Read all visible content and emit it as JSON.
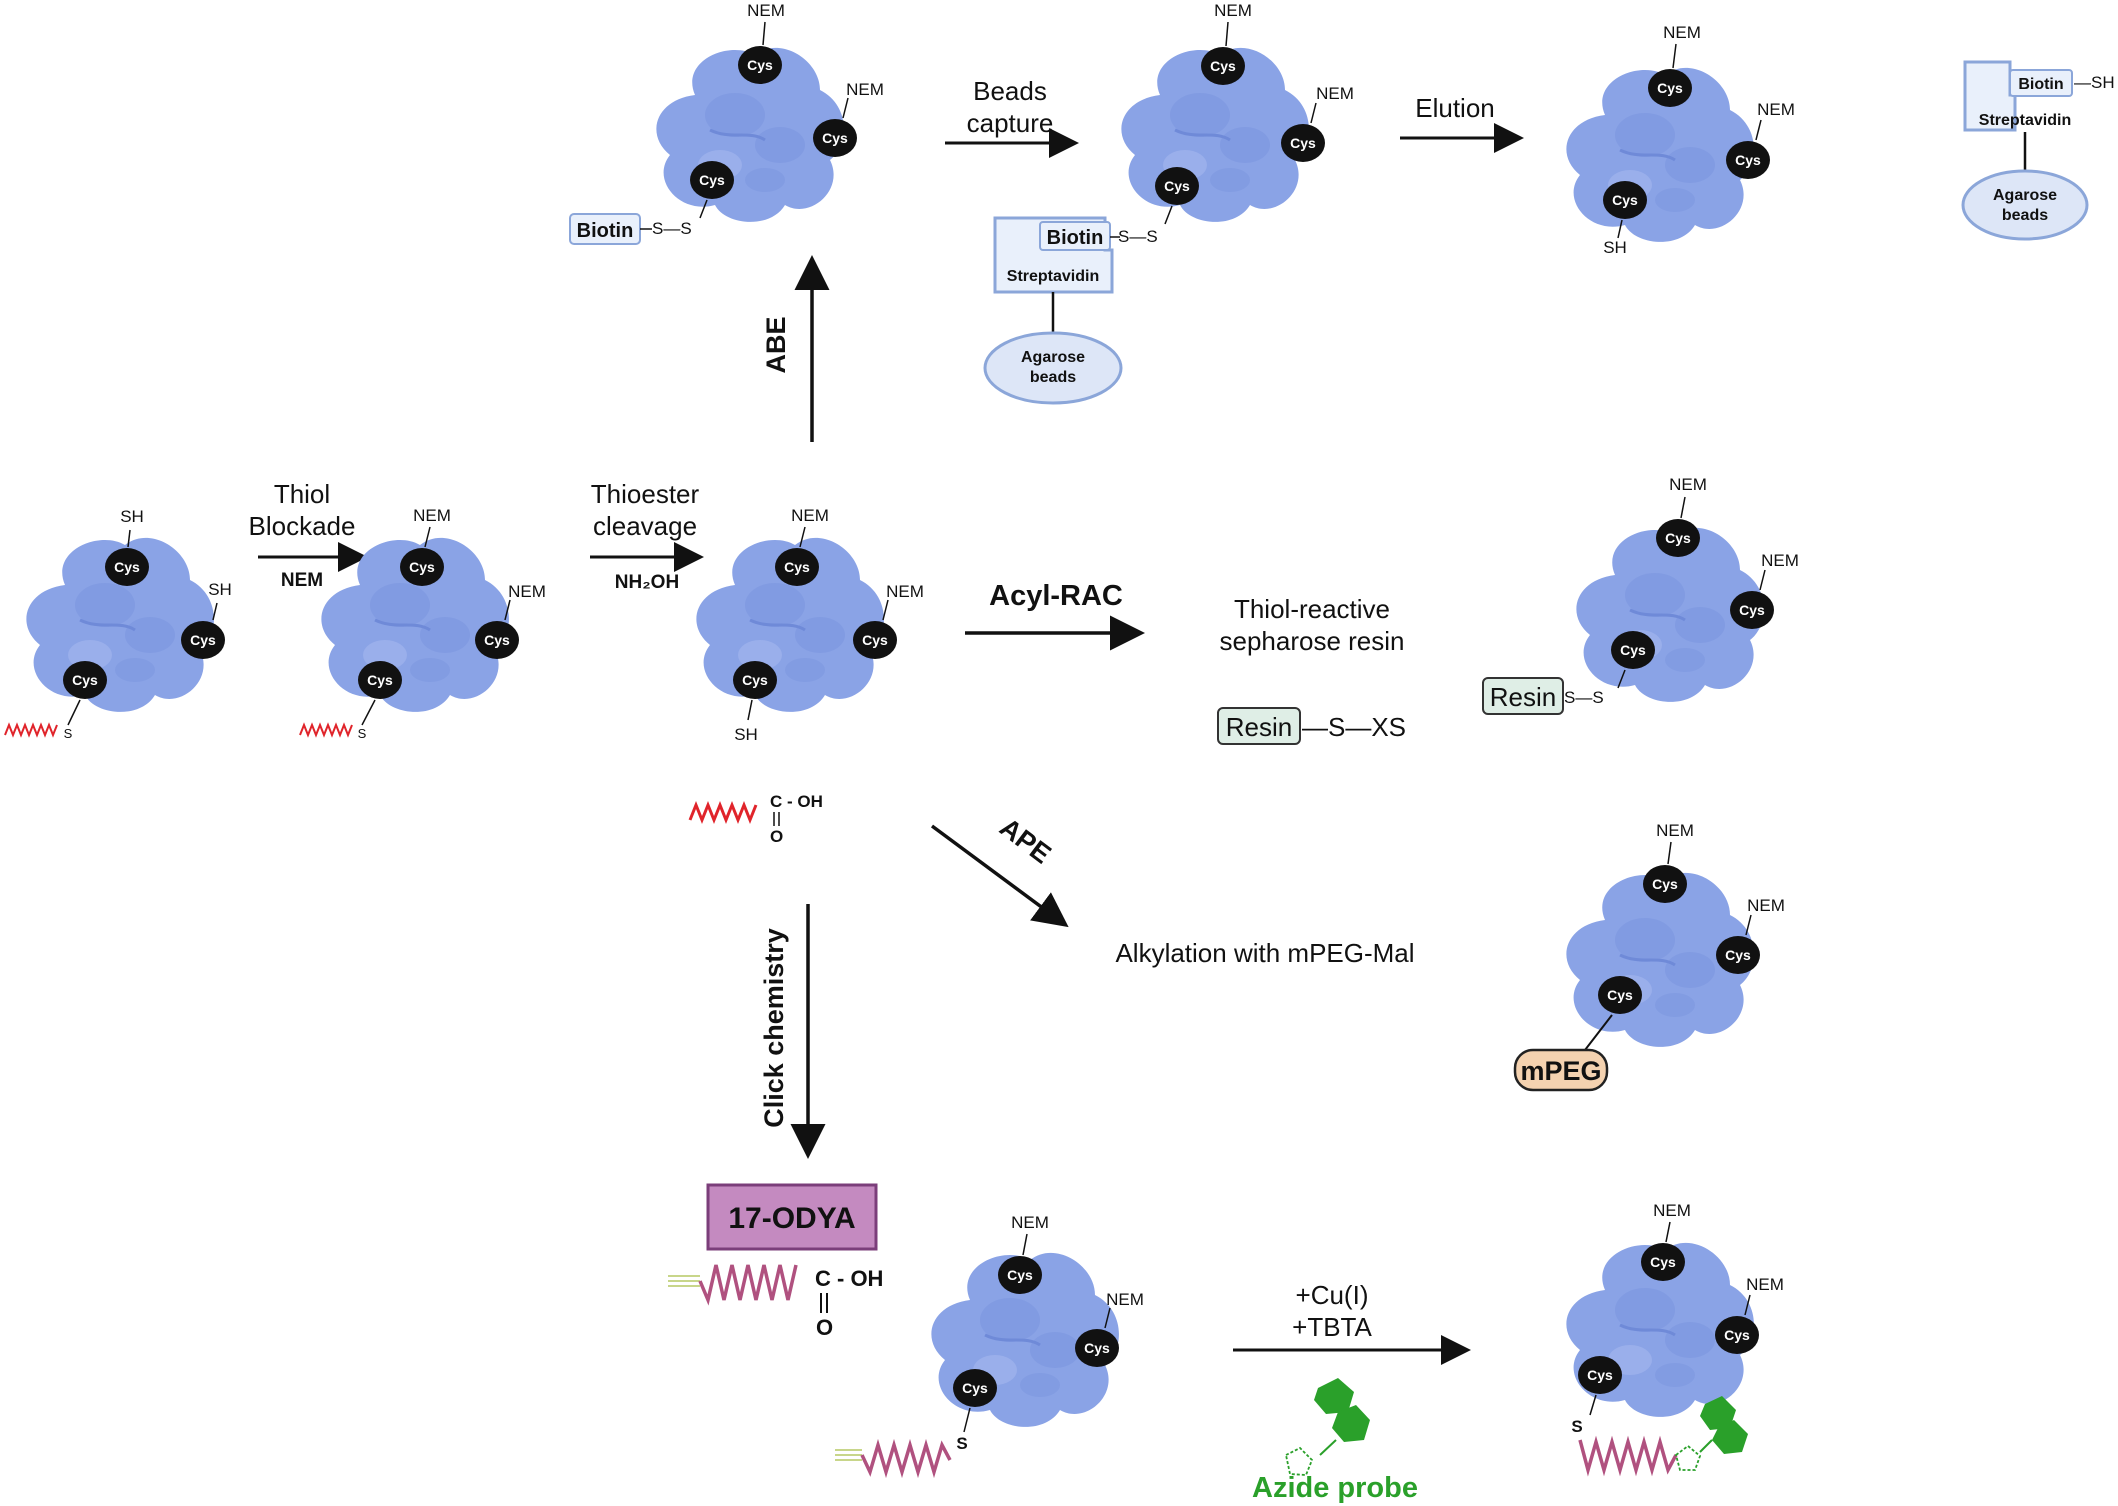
{
  "labels": {
    "cys": "Cys",
    "nem": "NEM",
    "sh": "SH",
    "s": "S",
    "ss": "S—S",
    "thiol_blockade_1": "Thiol",
    "thiol_blockade_2": "Blockade",
    "nem_reagent": "NEM",
    "thioester_1": "Thioester",
    "thioester_2": "cleavage",
    "nh2oh": "NH₂OH",
    "abe": "ABE",
    "beads_capture_1": "Beads",
    "beads_capture_2": "capture",
    "elution": "Elution",
    "biotin": "Biotin",
    "streptavidin": "Streptavidin",
    "agarose_1": "Agarose",
    "agarose_2": "beads",
    "biotin_sh": "—SH",
    "acyl_rac": "Acyl-RAC",
    "thiol_reactive_1": "Thiol-reactive",
    "thiol_reactive_2": "sepharose resin",
    "resin": "Resin",
    "resin_sxs": "—S—XS",
    "cooh_c": "C - OH",
    "cooh_o": "O",
    "ape": "APE",
    "alkylation": "Alkylation with mPEG-Mal",
    "mpeg": "mPEG",
    "click": "Click chemistry",
    "odya": "17-ODYA",
    "cu": "+Cu(I)",
    "tbta": "+TBTA",
    "azide": "Azide probe"
  },
  "colors": {
    "protein": "#8aa3e6",
    "protein_dark": "#6f8ad8",
    "cys": "#111111",
    "palmitate": "#e0242b",
    "odya": "#b0517f",
    "odya_box": "#c48ac0",
    "azide": "#2aa02a",
    "biotin_box": "#e9f0fb",
    "resin_box": "#dfeee6",
    "mpeg_box": "#f4d2b0",
    "beads": "#dde6f7"
  }
}
